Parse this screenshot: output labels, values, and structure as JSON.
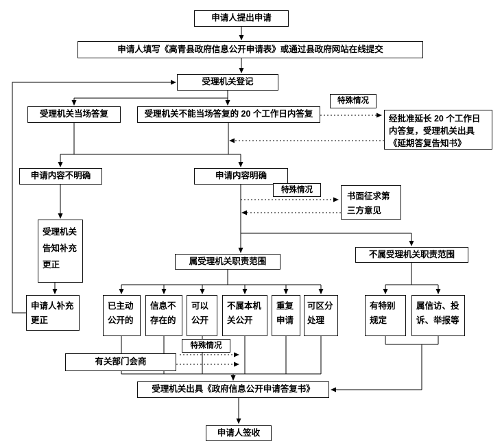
{
  "colors": {
    "line": "#000000",
    "background": "#ffffff",
    "text": "#000000"
  },
  "nodes": {
    "submit": "申请人提出申请",
    "fill_form": "申请人填写《高青县政府信息公开申请表》或通过县政府网站在线提交",
    "register": "受理机关登记",
    "onspot": "受理机关当场答复",
    "within20": "受理机关不能当场答复的 20 个工作日内答复",
    "special1": "特殊情况",
    "extension": "经批准延长 20 个工作日内答复，受理机关出具《延期答复告知书》",
    "unclear": "申请内容不明确",
    "clear": "申请内容明确",
    "special2": "特殊情况",
    "third_party": "书面征求第三方意见",
    "notify": "受理机关告知补充更正",
    "in_scope": "属受理机关职责范围",
    "out_scope": "不属受理机关职责范围",
    "supplement": "申请人补充更正",
    "proactive": "已主动公开的",
    "not_exist": "信息不存在的",
    "can_open": "可以公开",
    "not_this_org": "不属本机关公开",
    "repeat": "重复申请",
    "distinguish": "可区分处理",
    "special_provision": "有特别规定",
    "petition": "属信访、投诉、举报等",
    "special3": "特殊情况",
    "consult": "有关部门会商",
    "reply_doc": "受理机关出具《政府信息公开申请答复书》",
    "sign": "申请人签收"
  }
}
